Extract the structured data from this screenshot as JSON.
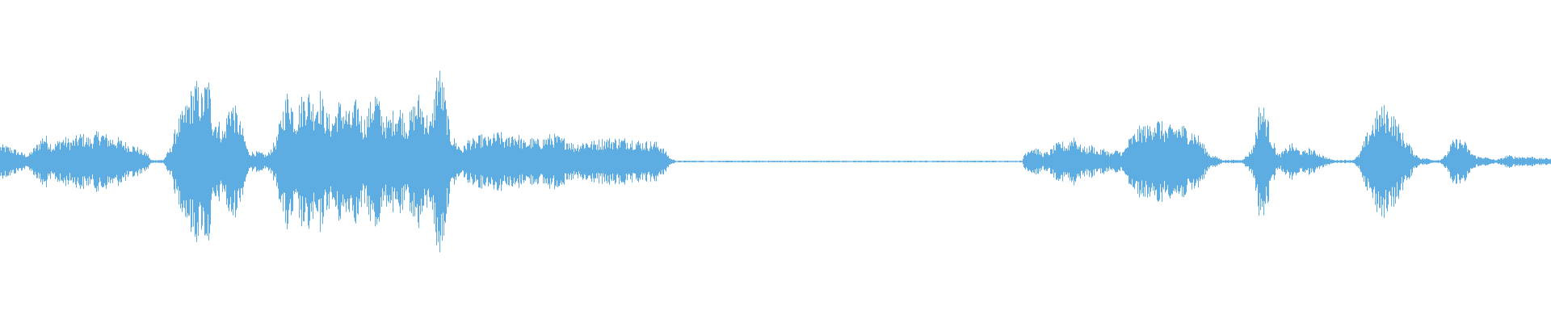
{
  "waveform": {
    "color": "#5dade2",
    "background": "#ffffff",
    "envelope": [
      [
        0.0,
        0.1
      ],
      [
        0.006,
        0.09
      ],
      [
        0.012,
        0.06
      ],
      [
        0.018,
        0.04
      ],
      [
        0.024,
        0.11
      ],
      [
        0.028,
        0.17
      ],
      [
        0.034,
        0.1
      ],
      [
        0.04,
        0.15
      ],
      [
        0.046,
        0.13
      ],
      [
        0.052,
        0.17
      ],
      [
        0.058,
        0.14
      ],
      [
        0.064,
        0.19
      ],
      [
        0.07,
        0.15
      ],
      [
        0.076,
        0.14
      ],
      [
        0.082,
        0.11
      ],
      [
        0.088,
        0.09
      ],
      [
        0.092,
        0.06
      ],
      [
        0.095,
        0.05
      ],
      [
        0.097,
        0.01
      ],
      [
        0.105,
        0.01
      ],
      [
        0.11,
        0.09
      ],
      [
        0.114,
        0.24
      ],
      [
        0.118,
        0.3
      ],
      [
        0.122,
        0.4
      ],
      [
        0.126,
        0.48
      ],
      [
        0.13,
        0.4
      ],
      [
        0.134,
        0.52
      ],
      [
        0.137,
        0.28
      ],
      [
        0.14,
        0.26
      ],
      [
        0.144,
        0.18
      ],
      [
        0.148,
        0.38
      ],
      [
        0.152,
        0.31
      ],
      [
        0.156,
        0.2
      ],
      [
        0.16,
        0.06
      ],
      [
        0.166,
        0.06
      ],
      [
        0.172,
        0.04
      ],
      [
        0.178,
        0.14
      ],
      [
        0.182,
        0.32
      ],
      [
        0.186,
        0.45
      ],
      [
        0.19,
        0.28
      ],
      [
        0.194,
        0.38
      ],
      [
        0.198,
        0.44
      ],
      [
        0.202,
        0.36
      ],
      [
        0.206,
        0.43
      ],
      [
        0.21,
        0.29
      ],
      [
        0.214,
        0.26
      ],
      [
        0.218,
        0.36
      ],
      [
        0.222,
        0.33
      ],
      [
        0.226,
        0.28
      ],
      [
        0.23,
        0.38
      ],
      [
        0.234,
        0.24
      ],
      [
        0.238,
        0.33
      ],
      [
        0.242,
        0.44
      ],
      [
        0.246,
        0.29
      ],
      [
        0.25,
        0.25
      ],
      [
        0.254,
        0.31
      ],
      [
        0.258,
        0.33
      ],
      [
        0.262,
        0.24
      ],
      [
        0.266,
        0.33
      ],
      [
        0.27,
        0.4
      ],
      [
        0.274,
        0.3
      ],
      [
        0.278,
        0.24
      ],
      [
        0.282,
        0.6
      ],
      [
        0.286,
        0.44
      ],
      [
        0.29,
        0.18
      ],
      [
        0.294,
        0.12
      ],
      [
        0.298,
        0.08
      ],
      [
        0.302,
        0.14
      ],
      [
        0.306,
        0.13
      ],
      [
        0.31,
        0.16
      ],
      [
        0.314,
        0.14
      ],
      [
        0.318,
        0.16
      ],
      [
        0.322,
        0.18
      ],
      [
        0.326,
        0.13
      ],
      [
        0.33,
        0.18
      ],
      [
        0.334,
        0.16
      ],
      [
        0.338,
        0.12
      ],
      [
        0.342,
        0.14
      ],
      [
        0.346,
        0.13
      ],
      [
        0.35,
        0.14
      ],
      [
        0.354,
        0.16
      ],
      [
        0.358,
        0.16
      ],
      [
        0.362,
        0.14
      ],
      [
        0.366,
        0.14
      ],
      [
        0.37,
        0.1
      ],
      [
        0.374,
        0.12
      ],
      [
        0.378,
        0.13
      ],
      [
        0.382,
        0.12
      ],
      [
        0.386,
        0.13
      ],
      [
        0.39,
        0.14
      ],
      [
        0.394,
        0.14
      ],
      [
        0.398,
        0.14
      ],
      [
        0.402,
        0.14
      ],
      [
        0.406,
        0.14
      ],
      [
        0.41,
        0.13
      ],
      [
        0.414,
        0.12
      ],
      [
        0.418,
        0.12
      ],
      [
        0.422,
        0.12
      ],
      [
        0.426,
        0.1
      ],
      [
        0.429,
        0.06
      ],
      [
        0.432,
        0.02
      ],
      [
        0.436,
        0.005
      ],
      [
        0.5,
        0.005
      ],
      [
        0.56,
        0.005
      ],
      [
        0.62,
        0.005
      ],
      [
        0.659,
        0.005
      ],
      [
        0.66,
        0.05
      ],
      [
        0.664,
        0.09
      ],
      [
        0.668,
        0.08
      ],
      [
        0.672,
        0.05
      ],
      [
        0.676,
        0.06
      ],
      [
        0.68,
        0.1
      ],
      [
        0.684,
        0.12
      ],
      [
        0.688,
        0.1
      ],
      [
        0.692,
        0.17
      ],
      [
        0.696,
        0.1
      ],
      [
        0.7,
        0.08
      ],
      [
        0.704,
        0.1
      ],
      [
        0.708,
        0.06
      ],
      [
        0.712,
        0.08
      ],
      [
        0.716,
        0.05
      ],
      [
        0.72,
        0.07
      ],
      [
        0.724,
        0.06
      ],
      [
        0.728,
        0.14
      ],
      [
        0.732,
        0.18
      ],
      [
        0.736,
        0.22
      ],
      [
        0.74,
        0.21
      ],
      [
        0.744,
        0.27
      ],
      [
        0.748,
        0.24
      ],
      [
        0.752,
        0.2
      ],
      [
        0.756,
        0.22
      ],
      [
        0.76,
        0.22
      ],
      [
        0.764,
        0.21
      ],
      [
        0.768,
        0.19
      ],
      [
        0.772,
        0.16
      ],
      [
        0.776,
        0.1
      ],
      [
        0.78,
        0.04
      ],
      [
        0.784,
        0.03
      ],
      [
        0.788,
        0.01
      ],
      [
        0.8,
        0.01
      ],
      [
        0.804,
        0.04
      ],
      [
        0.808,
        0.1
      ],
      [
        0.812,
        0.36
      ],
      [
        0.816,
        0.3
      ],
      [
        0.82,
        0.14
      ],
      [
        0.824,
        0.04
      ],
      [
        0.828,
        0.07
      ],
      [
        0.832,
        0.11
      ],
      [
        0.836,
        0.08
      ],
      [
        0.84,
        0.06
      ],
      [
        0.844,
        0.08
      ],
      [
        0.848,
        0.06
      ],
      [
        0.852,
        0.04
      ],
      [
        0.856,
        0.02
      ],
      [
        0.86,
        0.01
      ],
      [
        0.872,
        0.01
      ],
      [
        0.876,
        0.04
      ],
      [
        0.88,
        0.14
      ],
      [
        0.884,
        0.23
      ],
      [
        0.888,
        0.3
      ],
      [
        0.892,
        0.33
      ],
      [
        0.896,
        0.31
      ],
      [
        0.9,
        0.25
      ],
      [
        0.904,
        0.17
      ],
      [
        0.908,
        0.11
      ],
      [
        0.912,
        0.05
      ],
      [
        0.916,
        0.02
      ],
      [
        0.92,
        0.02
      ],
      [
        0.924,
        0.01
      ],
      [
        0.928,
        0.01
      ],
      [
        0.932,
        0.04
      ],
      [
        0.936,
        0.12
      ],
      [
        0.94,
        0.14
      ],
      [
        0.944,
        0.12
      ],
      [
        0.948,
        0.06
      ],
      [
        0.952,
        0.03
      ],
      [
        0.956,
        0.03
      ],
      [
        0.96,
        0.02
      ],
      [
        0.964,
        0.01
      ],
      [
        0.968,
        0.02
      ],
      [
        0.972,
        0.04
      ],
      [
        0.976,
        0.03
      ],
      [
        0.98,
        0.03
      ],
      [
        0.984,
        0.03
      ],
      [
        0.988,
        0.03
      ],
      [
        0.992,
        0.02
      ],
      [
        0.996,
        0.02
      ],
      [
        1.0,
        0.02
      ]
    ]
  }
}
